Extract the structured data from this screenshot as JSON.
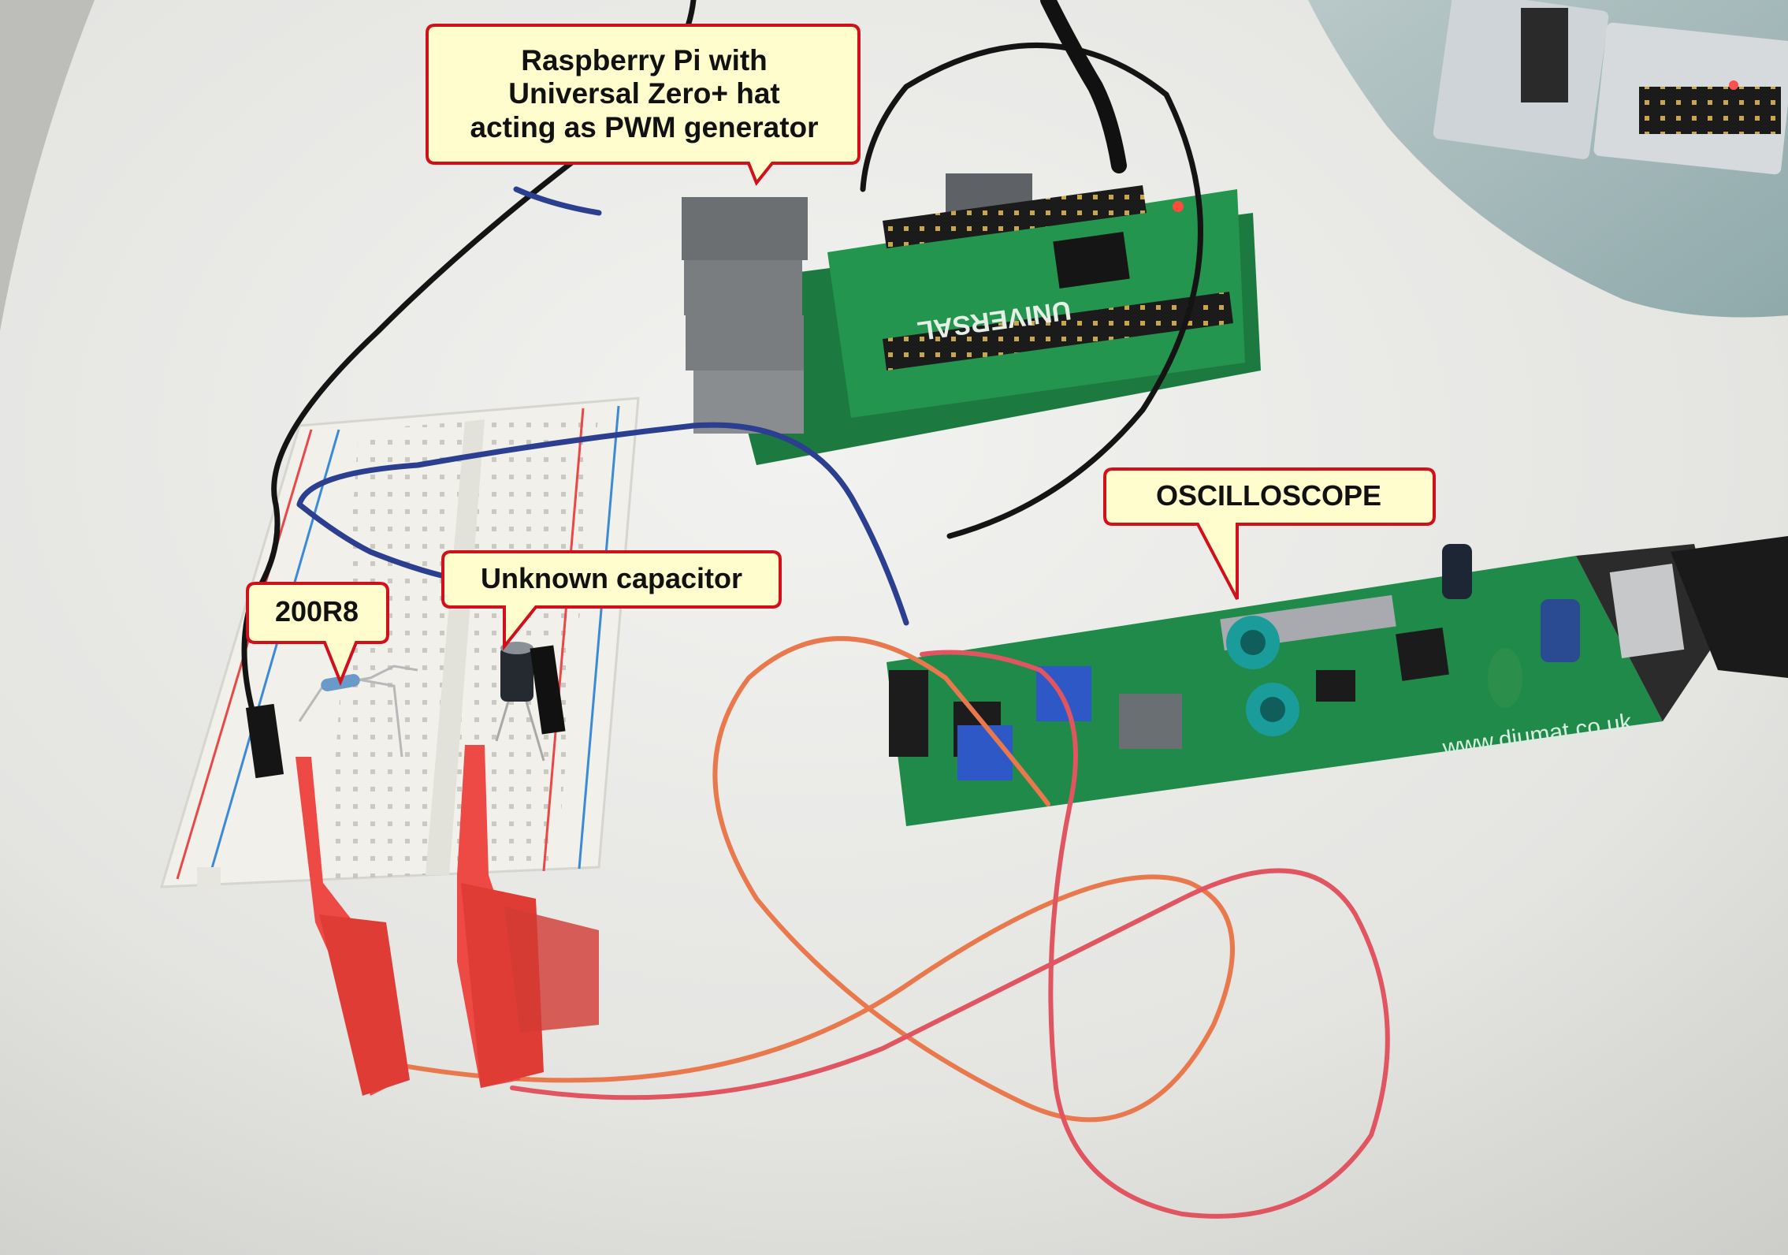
{
  "callouts": {
    "raspberry_pi": "Raspberry Pi with\nUniversal Zero+ hat\nacting as PWM generator",
    "oscilloscope": "OSCILLOSCOPE",
    "capacitor": "Unknown capacitor",
    "resistor": "200R8"
  },
  "board_markings": {
    "oscilloscope_url": "www.diumat.co.uk",
    "hat_logo": "UNIVERSAL"
  },
  "colors": {
    "callout_fill": "#fffccd",
    "callout_border": "#d0101a",
    "pcb_green": "#1f8a4a",
    "breadboard": "#f1f0ea",
    "probe_red": "#ee4a45",
    "wire_orange": "#e9794d",
    "wire_pink": "#e05560",
    "wire_blue": "#2c3e8f",
    "wire_black": "#141414"
  }
}
